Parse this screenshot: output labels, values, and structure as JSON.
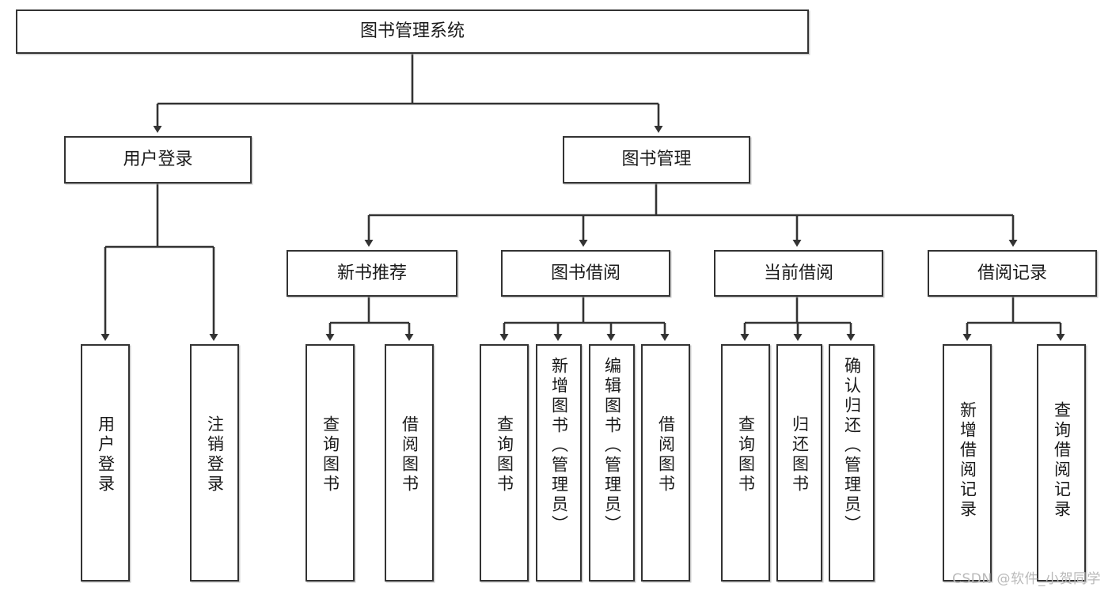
{
  "diagram": {
    "title": "图书管理系统",
    "type": "hierarchy-tree",
    "root": {
      "id": "root",
      "label": "图书管理系统"
    },
    "level1": [
      {
        "id": "user-login",
        "label": "用户登录"
      },
      {
        "id": "book-management",
        "label": "图书管理"
      }
    ],
    "level2": [
      {
        "id": "new-book-recommend",
        "label": "新书推荐",
        "parent": "book-management"
      },
      {
        "id": "book-borrow",
        "label": "图书借阅",
        "parent": "book-management"
      },
      {
        "id": "current-borrow",
        "label": "当前借阅",
        "parent": "book-management"
      },
      {
        "id": "borrow-record",
        "label": "借阅记录",
        "parent": "book-management"
      }
    ],
    "leaves": [
      {
        "id": "leaf-user-login",
        "label": "用户登录",
        "parent": "user-login"
      },
      {
        "id": "leaf-logout-login",
        "label": "注销登录",
        "parent": "user-login"
      },
      {
        "id": "leaf-query-book-1",
        "label": "查询图书",
        "parent": "new-book-recommend"
      },
      {
        "id": "leaf-borrow-book-1",
        "label": "借阅图书",
        "parent": "new-book-recommend"
      },
      {
        "id": "leaf-query-book-2",
        "label": "查询图书",
        "parent": "book-borrow"
      },
      {
        "id": "leaf-add-book",
        "label": "新增图书（管理员）",
        "parent": "book-borrow"
      },
      {
        "id": "leaf-edit-book",
        "label": "编辑图书（管理员）",
        "parent": "book-borrow"
      },
      {
        "id": "leaf-borrow-book-2",
        "label": "借阅图书",
        "parent": "book-borrow"
      },
      {
        "id": "leaf-query-book-3",
        "label": "查询图书",
        "parent": "current-borrow"
      },
      {
        "id": "leaf-return-book",
        "label": "归还图书",
        "parent": "current-borrow"
      },
      {
        "id": "leaf-confirm-return",
        "label": "确认归还（管理员）",
        "parent": "current-borrow"
      },
      {
        "id": "leaf-add-record",
        "label": "新增借阅记录",
        "parent": "borrow-record"
      },
      {
        "id": "leaf-query-record",
        "label": "查询借阅记录",
        "parent": "borrow-record"
      }
    ]
  },
  "watermark": {
    "text": "CSDN @软件_小贺同学"
  },
  "colors": {
    "stroke": "#333333",
    "background": "#ffffff",
    "text": "#1a1a1a",
    "watermark": "#b9b9b9"
  }
}
